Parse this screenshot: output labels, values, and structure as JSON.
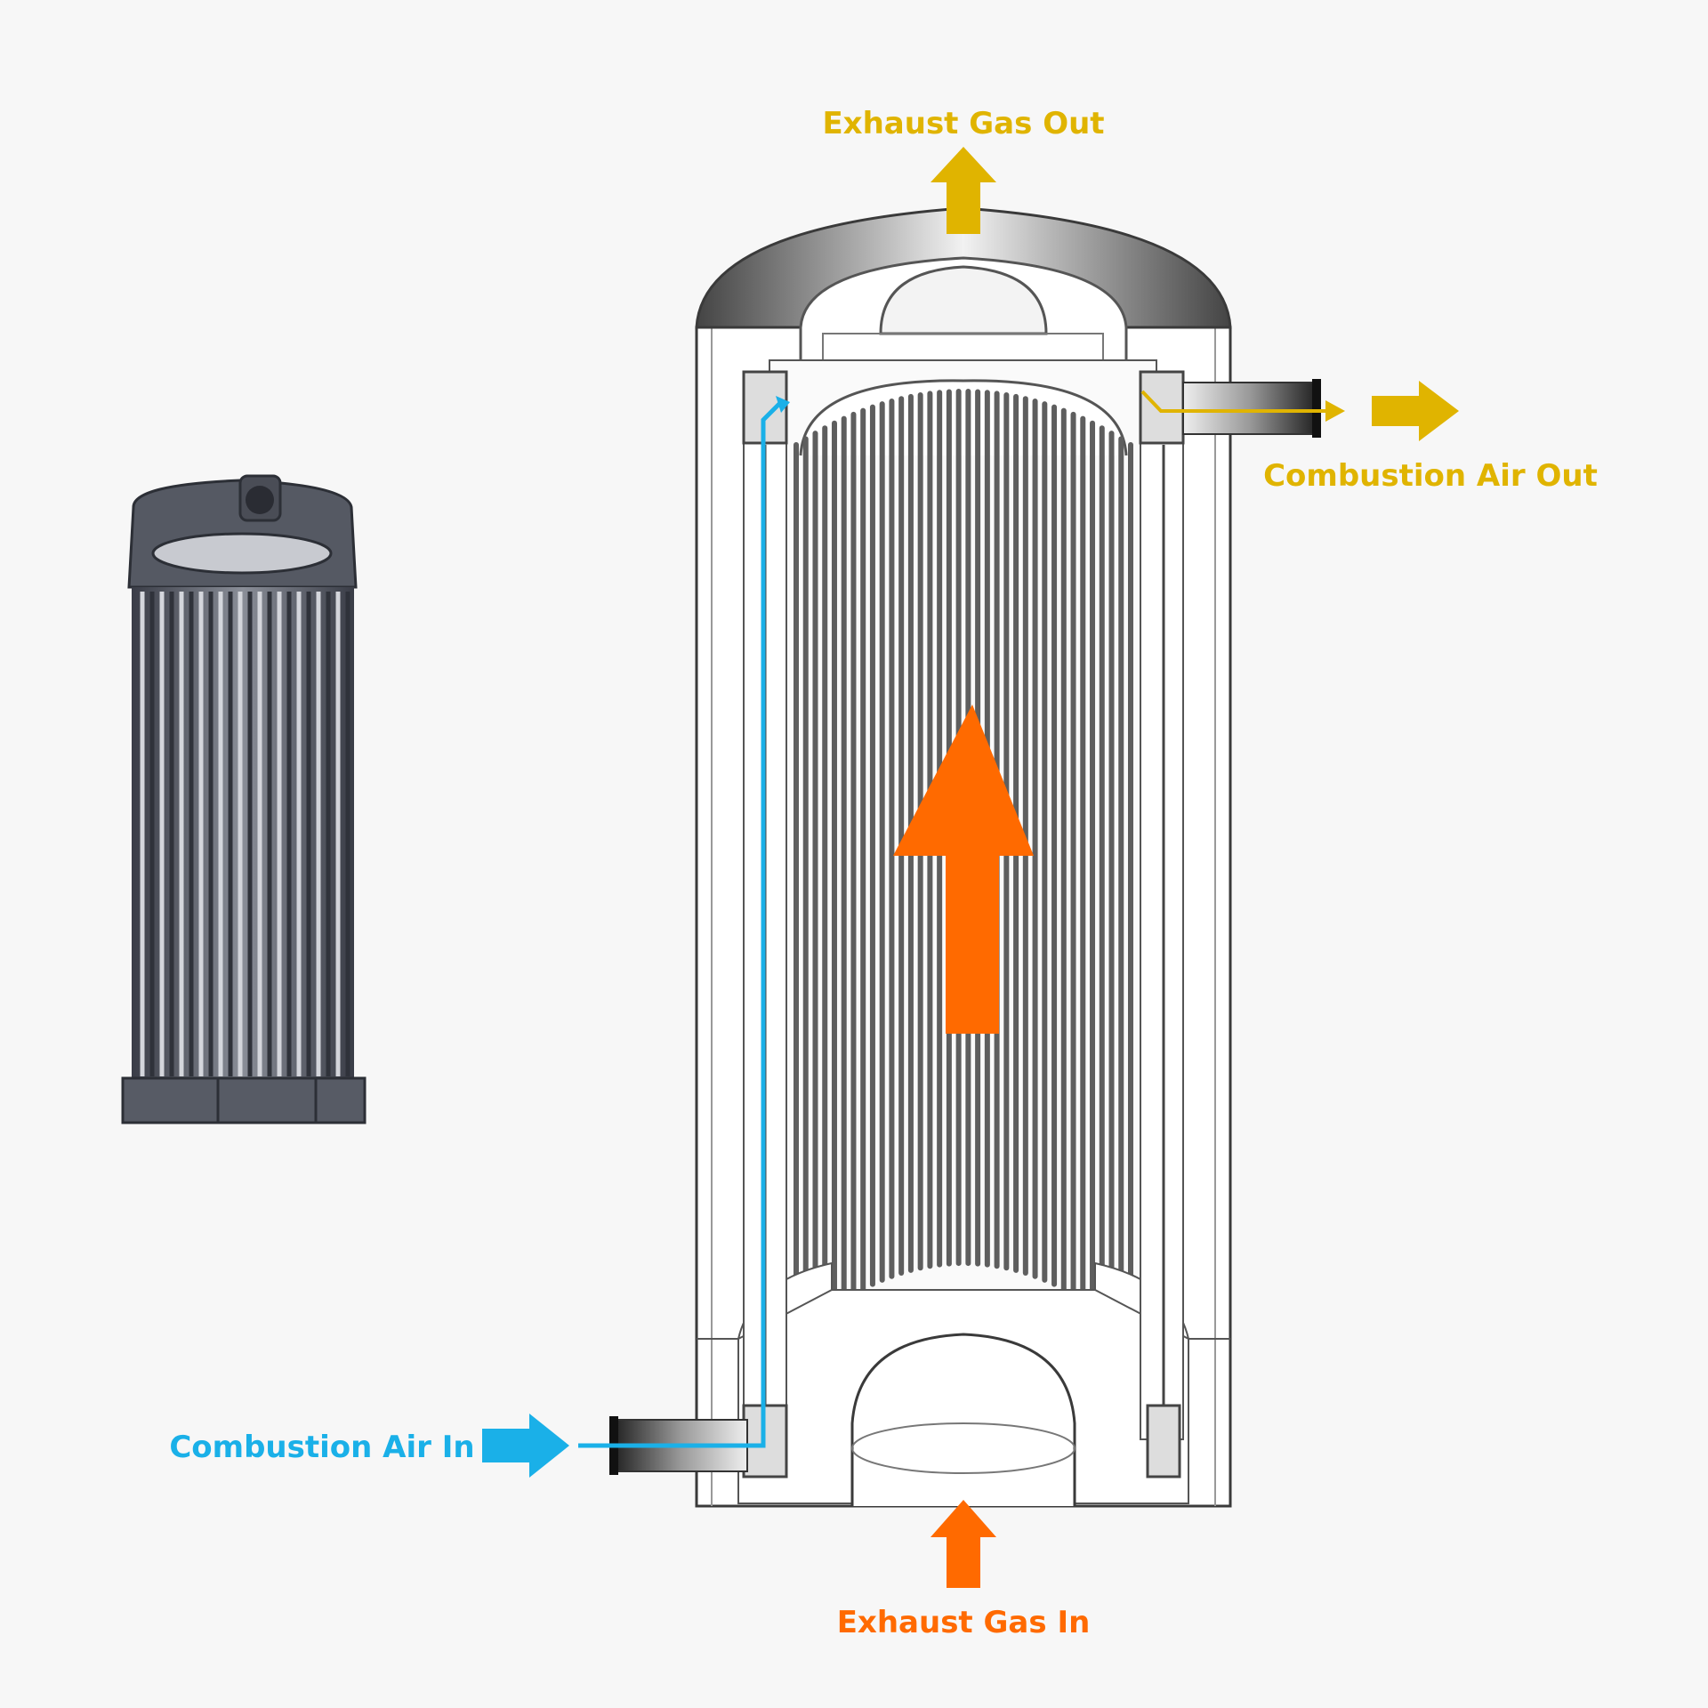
{
  "labels": {
    "exhaust_gas_out": "Exhaust Gas Out",
    "combustion_air_out": "Combustion Air Out",
    "combustion_air_in": "Combustion Air In",
    "exhaust_gas_in": "Exhaust Gas In"
  },
  "colors": {
    "background": "#f7f7f7",
    "exhaust_out": "#e0b400",
    "combustion_air_out": "#e0b400",
    "combustion_air_in": "#1ab0e8",
    "exhaust_in": "#ff6a00",
    "tube": "#5e5e5e",
    "outline": "#3a3a3a"
  },
  "icons": {
    "photo": "heat-exchanger-photo",
    "flow_arrow": "arrow-icon"
  }
}
